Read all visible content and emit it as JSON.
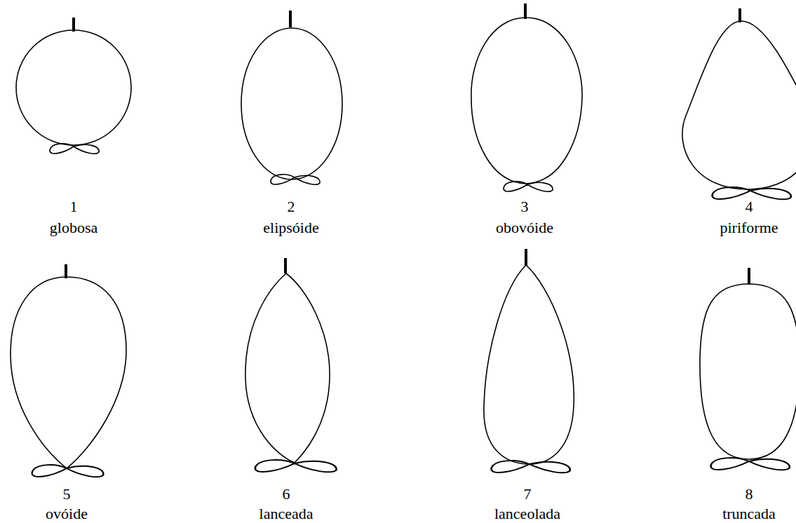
{
  "diagram": {
    "labels": [
      "1",
      "globosa",
      "2",
      "elipsóide",
      "3",
      "obovóide",
      "4",
      "piriforme",
      "5",
      "ovóide",
      "6",
      "lanceada",
      "7",
      "lanceolada",
      "8",
      "truncada"
    ]
  }
}
